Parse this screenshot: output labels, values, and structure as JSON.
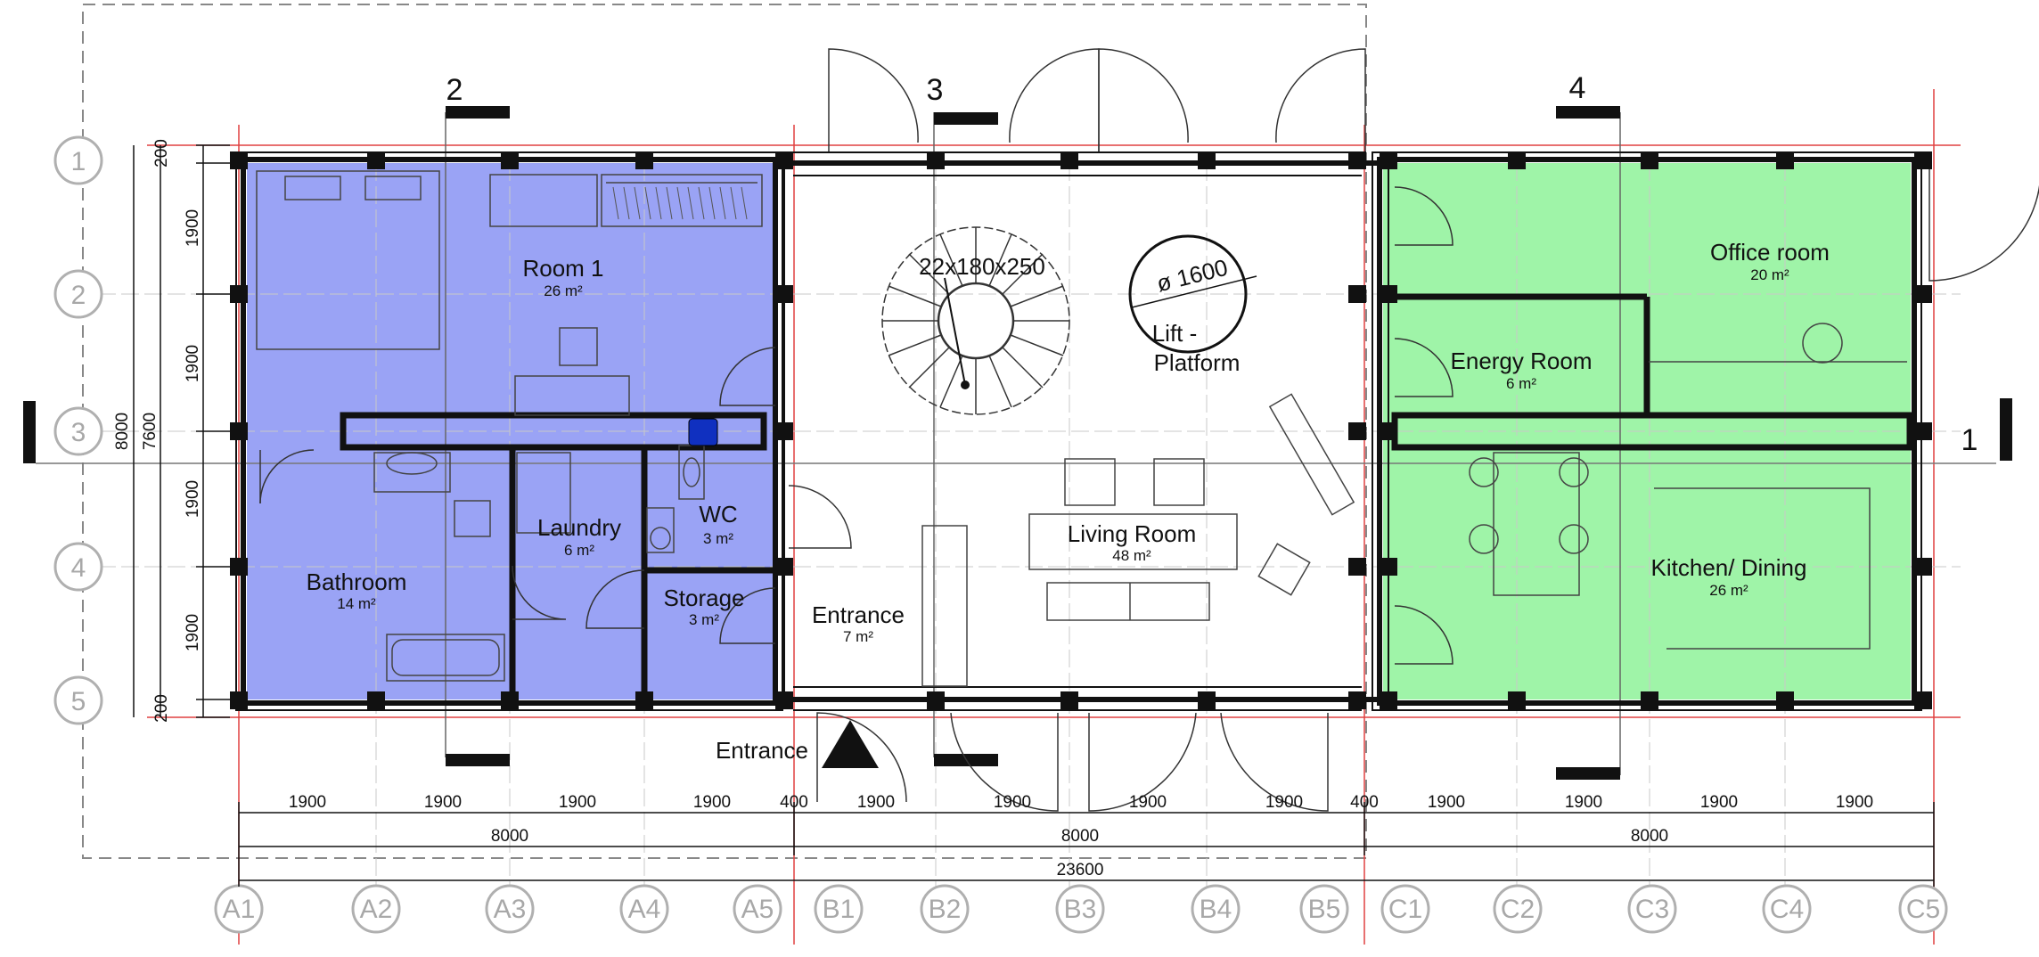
{
  "colors": {
    "private_zone": "#9aa3f5",
    "service_zone": "#9ff4a8",
    "wall": "#111111",
    "grid_line": "#e04040",
    "grid_bubble": "#b0b0b0",
    "blue_fixture": "#1030c0"
  },
  "rooms": {
    "room1": {
      "name": "Room 1",
      "area": "26 m²"
    },
    "bathroom": {
      "name": "Bathroom",
      "area": "14 m²"
    },
    "laundry": {
      "name": "Laundry",
      "area": "6 m²"
    },
    "wc": {
      "name": "WC",
      "area": "3 m²"
    },
    "storage": {
      "name": "Storage",
      "area": "3 m²"
    },
    "entrance": {
      "name": "Entrance",
      "area": "7 m²"
    },
    "living": {
      "name": "Living Room",
      "area": "48 m²"
    },
    "office": {
      "name": "Office room",
      "area": "20 m²"
    },
    "energy": {
      "name": "Energy Room",
      "area": "6 m²"
    },
    "kitchen": {
      "name": "Kitchen/ Dining",
      "area": "26 m²"
    }
  },
  "annotations": {
    "stair": "22x180x250",
    "lift_dia": "ø 1600",
    "lift_line1": "Lift -",
    "lift_line2": "Platform",
    "entrance_arrow": "Entrance"
  },
  "section_marks": {
    "s1": "1",
    "s2": "2",
    "s3": "3",
    "s4": "4"
  },
  "grid_rows": [
    "1",
    "2",
    "3",
    "4",
    "5"
  ],
  "grid_cols": [
    "A1",
    "A2",
    "A3",
    "A4",
    "A5",
    "B1",
    "B2",
    "B3",
    "B4",
    "B5",
    "C1",
    "C2",
    "C3",
    "C4",
    "C5"
  ],
  "dimensions": {
    "left_segments": [
      "200",
      "1900",
      "1900",
      "1900",
      "1900",
      "200"
    ],
    "left_inner_total": "7600",
    "left_outer_total": "8000",
    "bottom_segments": [
      "1900",
      "1900",
      "1900",
      "1900",
      "400",
      "1900",
      "1900",
      "1900",
      "1900",
      "400",
      "1900",
      "1900",
      "1900",
      "1900"
    ],
    "bottom_subtotals": [
      "8000",
      "8000",
      "8000"
    ],
    "bottom_total": "23600"
  }
}
